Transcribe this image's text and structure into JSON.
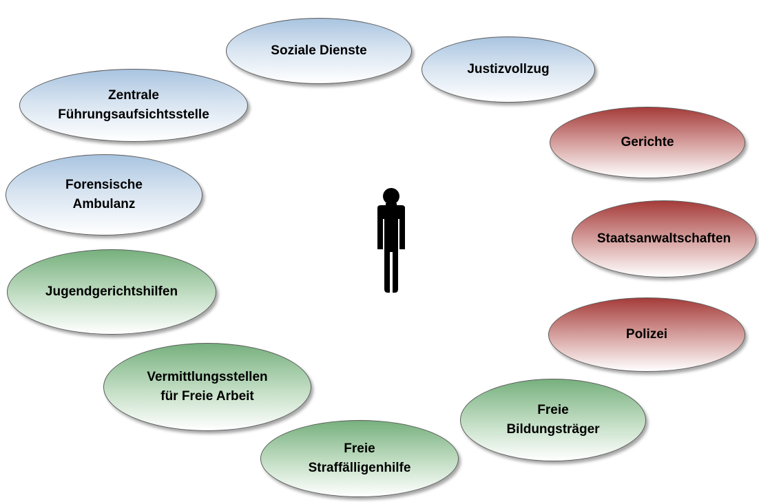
{
  "nodes": [
    {
      "id": "soziale-dienste",
      "label": "Soziale Dienste",
      "group": "blue"
    },
    {
      "id": "justizvollzug",
      "label": "Justizvollzug",
      "group": "blue"
    },
    {
      "id": "zentrale-fuehrungsaufsichtsstelle",
      "label": "Zentrale\nFührungsaufsichtsstelle",
      "group": "blue"
    },
    {
      "id": "gerichte",
      "label": "Gerichte",
      "group": "red"
    },
    {
      "id": "forensische-ambulanz",
      "label": "Forensische\nAmbulanz",
      "group": "blue"
    },
    {
      "id": "staatsanwaltschaften",
      "label": "Staatsanwaltschaften",
      "group": "red"
    },
    {
      "id": "jugendgerichtshilfen",
      "label": "Jugendgerichtshilfen",
      "group": "green"
    },
    {
      "id": "polizei",
      "label": "Polizei",
      "group": "red"
    },
    {
      "id": "vermittlungsstellen",
      "label": "Vermittlungsstellen\nfür Freie Arbeit",
      "group": "green"
    },
    {
      "id": "freie-bildungstraeger",
      "label": "Freie\nBildungsträger",
      "group": "green"
    },
    {
      "id": "freie-straffaelligenhilfe",
      "label": "Freie\nStraffälligenhilfe",
      "group": "green"
    }
  ],
  "center_icon": "person-icon",
  "colors": {
    "blue_top": "#a9c4e0",
    "red_top": "#a53c3a",
    "green_top": "#77b07e",
    "outline": "#5a5a5a",
    "person": "#000000"
  }
}
